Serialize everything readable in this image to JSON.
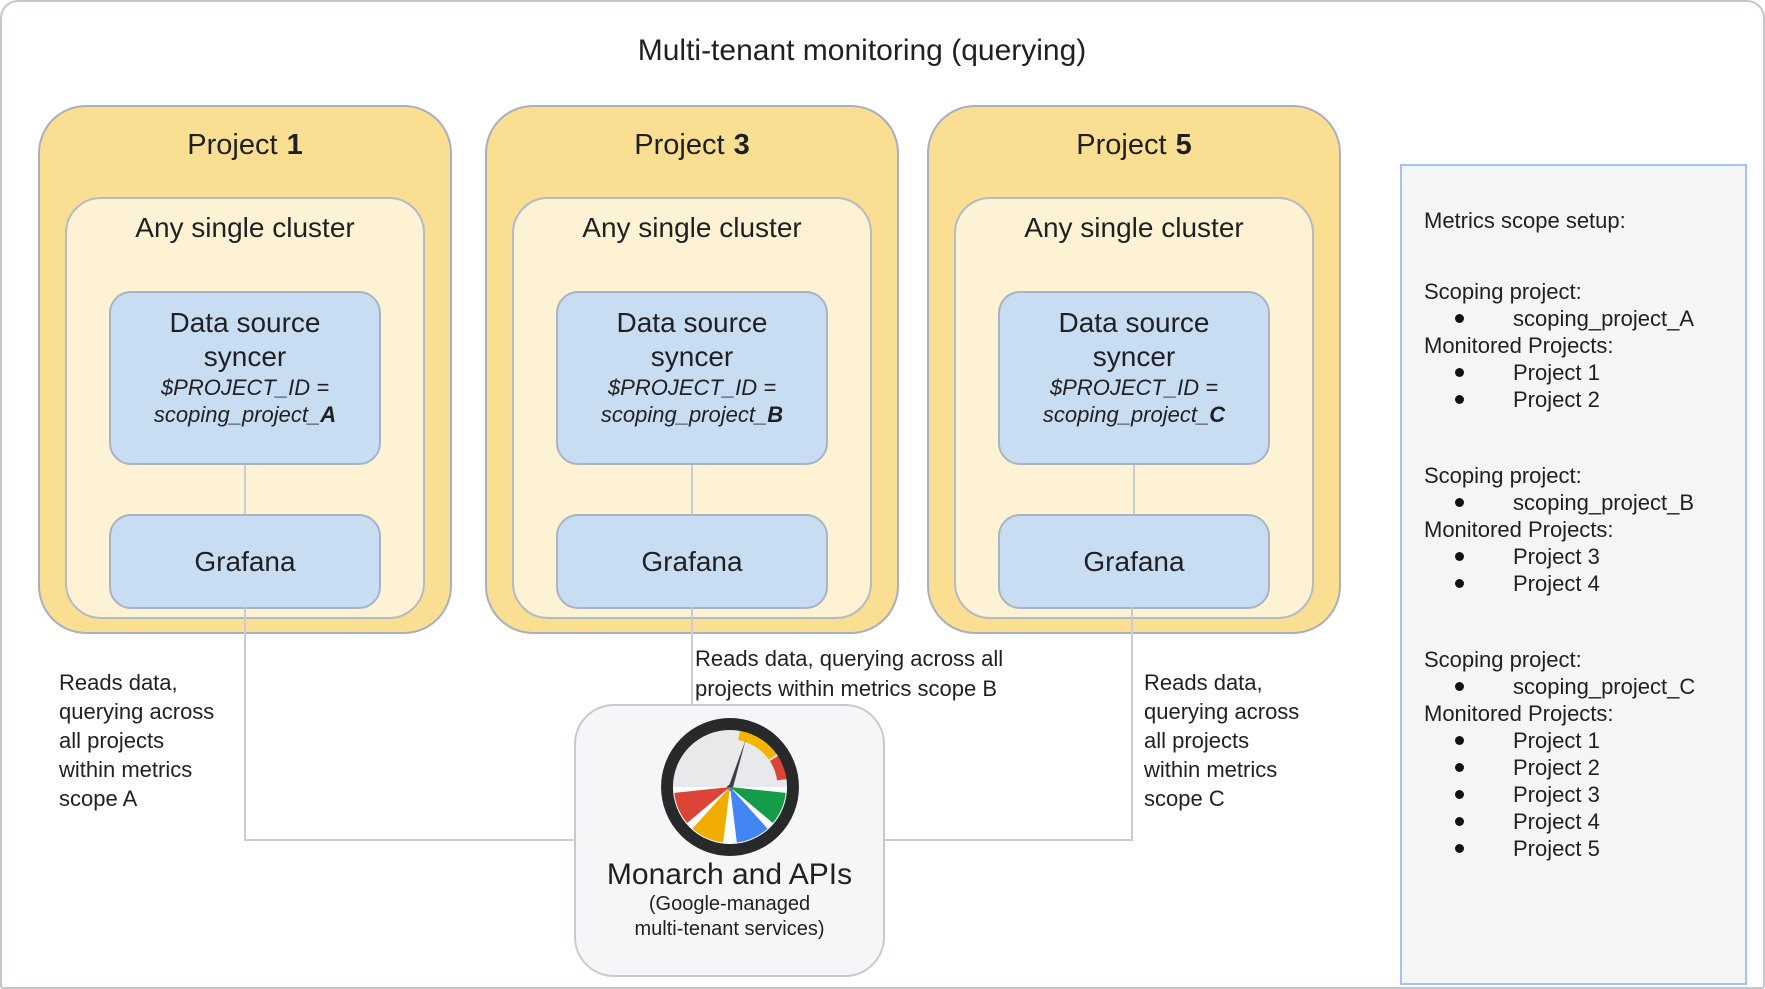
{
  "header": {
    "title": "Multi-tenant monitoring (querying)"
  },
  "shared": {
    "project_label": "Project",
    "cluster_label": "Any single cluster",
    "syncer_title_line1": "Data source",
    "syncer_title_line2": "syncer",
    "syncer_var_line": "$PROJECT_ID =",
    "scoping_prefix": "scoping_project_",
    "grafana_label": "Grafana"
  },
  "projects": [
    {
      "number": "1",
      "scoping_letter": "A"
    },
    {
      "number": "3",
      "scoping_letter": "B"
    },
    {
      "number": "5",
      "scoping_letter": "C"
    }
  ],
  "edge_labels": {
    "left": {
      "lines": [
        "Reads data,",
        "querying across",
        "all projects",
        "within metrics",
        "scope A"
      ]
    },
    "middle": {
      "lines": [
        "Reads data, querying across all",
        "projects within metrics scope B"
      ]
    },
    "right": {
      "lines": [
        "Reads data,",
        "querying across",
        "all projects",
        "within metrics",
        "scope C"
      ]
    }
  },
  "monarch": {
    "title": "Monarch and APIs",
    "subtitle_line1": "(Google-managed",
    "subtitle_line2": "multi-tenant services)",
    "icon": "cloud-monitoring-gauge-icon"
  },
  "panel": {
    "heading": "Metrics scope setup:",
    "groups": [
      {
        "scoping_label": "Scoping project:",
        "scoping_item": "scoping_project_A",
        "monitored_label": "Monitored Projects:",
        "monitored_items": [
          "Project 1",
          "Project 2"
        ]
      },
      {
        "scoping_label": "Scoping project:",
        "scoping_item": "scoping_project_B",
        "monitored_label": "Monitored Projects:",
        "monitored_items": [
          "Project 3",
          "Project 4"
        ]
      },
      {
        "scoping_label": "Scoping project:",
        "scoping_item": "scoping_project_C",
        "monitored_label": "Monitored Projects:",
        "monitored_items": [
          "Project 1",
          "Project 2",
          "Project 3",
          "Project 4",
          "Project 5"
        ]
      }
    ]
  },
  "colors": {
    "project_box_fill": "#fade92",
    "cluster_box_fill": "#fdf2d3",
    "component_box_fill": "#c9ddf2",
    "monarch_box_fill": "#f4f6f8",
    "panel_border": "#a4c2f4",
    "connector_line": "#c9ccd2",
    "gauge_red": "#db4437",
    "gauge_yellow": "#f4b400",
    "gauge_blue": "#4285f4",
    "gauge_green": "#169c48",
    "gauge_ring": "#27292b"
  }
}
